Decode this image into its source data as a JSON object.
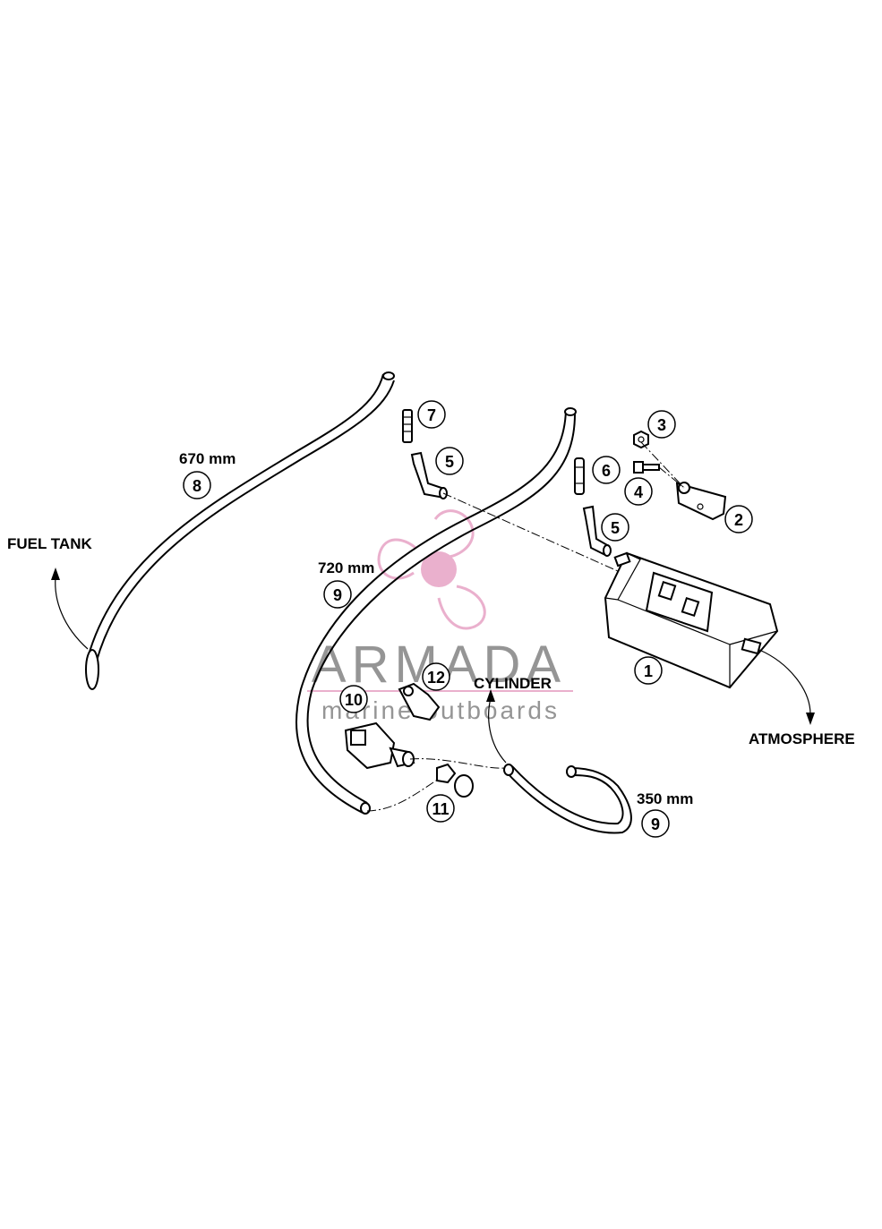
{
  "labels": {
    "fuel_tank": "FUEL TANK",
    "atmosphere": "ATMOSPHERE",
    "cylinder": "CYLINDER",
    "hose_670": "670 mm",
    "hose_720": "720 mm",
    "hose_350": "350 mm"
  },
  "callouts": [
    "1",
    "2",
    "3",
    "4",
    "5",
    "5",
    "6",
    "7",
    "8",
    "9",
    "9",
    "10",
    "11",
    "12"
  ],
  "watermark": {
    "brand": "ARMADA",
    "tagline": "marine outboards",
    "pink": "#e8a8c8",
    "grey": "#8a8a8a"
  }
}
